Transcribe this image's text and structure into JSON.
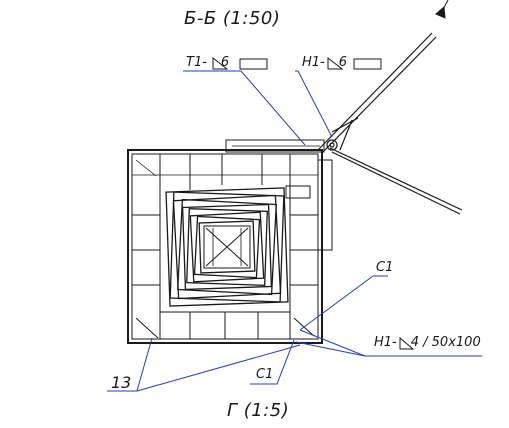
{
  "title_top": "Б-Б (1:50)",
  "title_bottom": "Г (1:5)",
  "callouts": {
    "weld_t1": {
      "code": "Т1-",
      "size": "6"
    },
    "weld_n1_top": {
      "code": "Н1-",
      "size": "6"
    },
    "weld_n1_bottom": {
      "code": "Н1-",
      "size": "4 / 50х100"
    },
    "ref_c1_right": "С1",
    "ref_c1_bottom": "С1",
    "item_13": "13"
  },
  "colors": {
    "line": "#1a1a1a",
    "leader": "#2a3bb8"
  }
}
